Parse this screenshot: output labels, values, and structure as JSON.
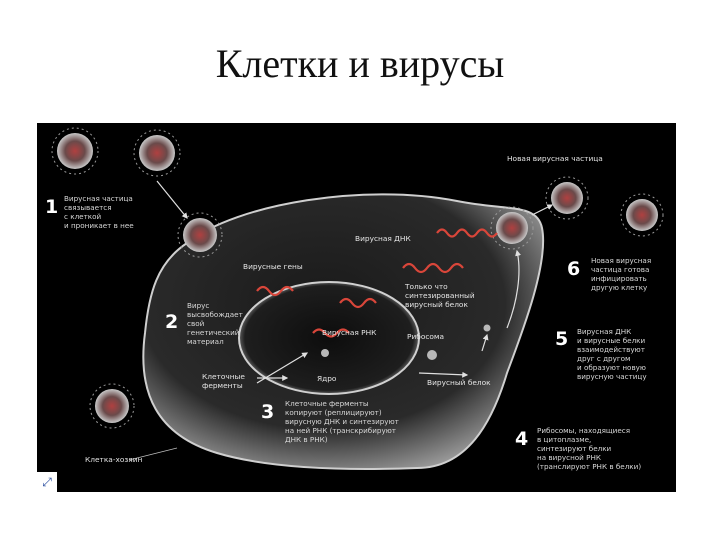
{
  "slide": {
    "title": "Клетки и вирусы"
  },
  "diagram": {
    "steps": [
      {
        "number": "1",
        "lines": [
          "Вирусная частица",
          "связывается",
          "с клеткой",
          "и проникает в нее"
        ]
      },
      {
        "number": "2",
        "lines": [
          "Вирус",
          "высвобождает",
          "свой",
          "генетический",
          "материал"
        ]
      },
      {
        "number": "3",
        "lines": [
          "Клеточные ферменты",
          "копируют (реплицируют)",
          "вирусную ДНК и синтезируют",
          "на ней РНК (транскрибируют",
          "ДНК в РНК)"
        ]
      },
      {
        "number": "4",
        "lines": [
          "Рибосомы, находящиеся",
          "в цитоплазме,",
          "синтезируют белки",
          "на вирусной РНК",
          "(транслируют РНК в белки)"
        ]
      },
      {
        "number": "5",
        "lines": [
          "Вирусная ДНК",
          "и вирусные белки",
          "взаимодействуют",
          "друг с другом",
          "и образуют новую",
          "вирусную частицу"
        ]
      },
      {
        "number": "6",
        "lines": [
          "Новая вирусная",
          "частица готова",
          "инфицировать",
          "другую клетку"
        ]
      }
    ],
    "labels": {
      "new_particle": "Новая вирусная частица",
      "viral_dna": "Вирусная ДНК",
      "viral_genes": "Вирусные гены",
      "new_protein": [
        "Только что",
        "синтезированный",
        "вирусный белок"
      ],
      "viral_rna": "Вирусная РНК",
      "ribosome": "Рибосома",
      "enzymes": [
        "Клеточные",
        "ферменты"
      ],
      "nucleus": "Ядро",
      "viral_protein": "Вирусный белок",
      "host_cell": "Клетка-хозяин"
    }
  },
  "icons": {
    "corner": "expand-icon"
  }
}
